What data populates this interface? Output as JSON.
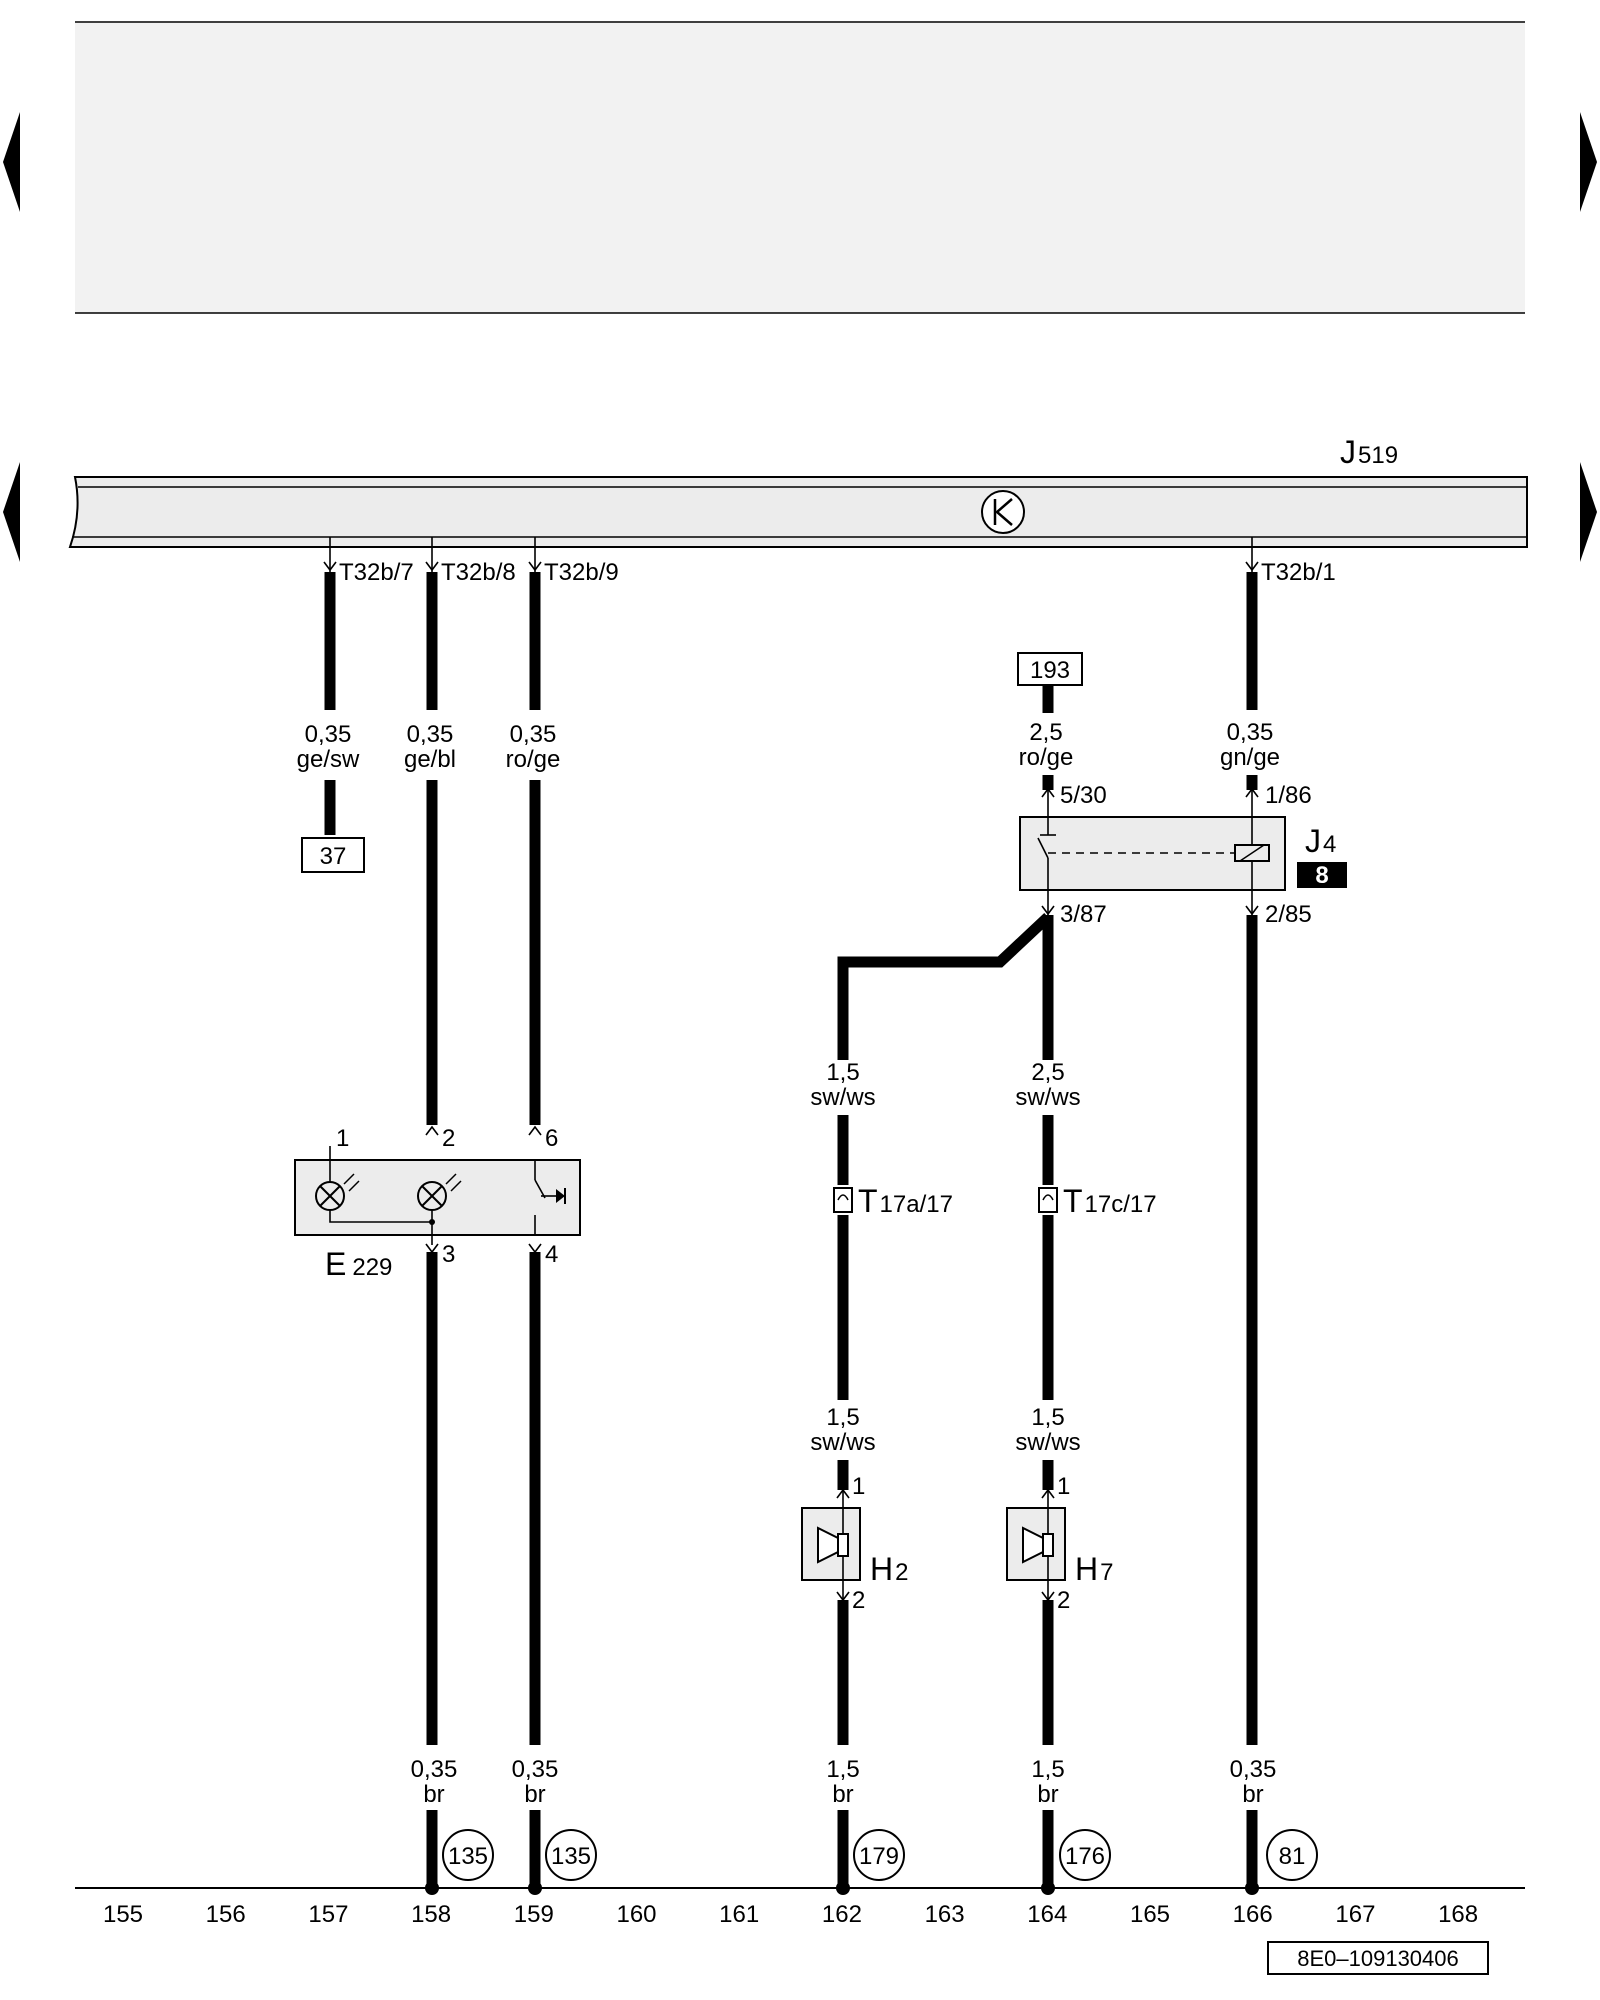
{
  "nav": {
    "prev_arrow": "previous-page",
    "next_arrow": "next-page"
  },
  "components": {
    "j519": {
      "name": "J",
      "sub": "519"
    },
    "j4": {
      "name": "J",
      "sub": "4",
      "badge": "8"
    },
    "e229": {
      "name": "E",
      "sub": "229"
    },
    "h2": {
      "name": "H",
      "sub": "2"
    },
    "h7": {
      "name": "H",
      "sub": "7"
    }
  },
  "connectors": {
    "t32b7": "T32b/7",
    "t32b8": "T32b/8",
    "t32b9": "T32b/9",
    "t32b1": "T32b/1",
    "t17a": {
      "T": "T",
      "rest": "17a/17"
    },
    "t17c": {
      "T": "T",
      "rest": "17c/17"
    }
  },
  "pins": {
    "j4_530": "5/30",
    "j4_186": "1/86",
    "j4_387": "3/87",
    "j4_285": "2/85",
    "e229_1": "1",
    "e229_2": "2",
    "e229_6": "6",
    "e229_3": "3",
    "e229_4": "4",
    "h2_1": "1",
    "h2_2": "2",
    "h7_1": "1",
    "h7_2": "2"
  },
  "wires": {
    "w157_top": {
      "size": "0,35",
      "color": "ge/sw"
    },
    "w158_top": {
      "size": "0,35",
      "color": "ge/bl"
    },
    "w159_top": {
      "size": "0,35",
      "color": "ro/ge"
    },
    "w164_top": {
      "size": "2,5",
      "color": "ro/ge"
    },
    "w166_top": {
      "size": "0,35",
      "color": "gn/ge"
    },
    "w162_mid": {
      "size": "1,5",
      "color": "sw/ws"
    },
    "w164_mid": {
      "size": "2,5",
      "color": "sw/ws"
    },
    "w162_low": {
      "size": "1,5",
      "color": "sw/ws"
    },
    "w164_low": {
      "size": "1,5",
      "color": "sw/ws"
    },
    "w158_bot": {
      "size": "0,35",
      "color": "br"
    },
    "w159_bot": {
      "size": "0,35",
      "color": "br"
    },
    "w162_bot": {
      "size": "1,5",
      "color": "br"
    },
    "w164_bot": {
      "size": "1,5",
      "color": "br"
    },
    "w166_bot": {
      "size": "0,35",
      "color": "br"
    }
  },
  "refs": {
    "ref37": "37",
    "ref193": "193",
    "ground158": "135",
    "ground159": "135",
    "ground162": "179",
    "ground164": "176",
    "ground166": "81"
  },
  "tracks": [
    "155",
    "156",
    "157",
    "158",
    "159",
    "160",
    "161",
    "162",
    "163",
    "164",
    "165",
    "166",
    "167",
    "168"
  ],
  "doc_id": "8E0–109130406",
  "colors": {
    "box_fill": "#ececec",
    "header_fill": "#f2f2f2",
    "line": "#000000"
  }
}
